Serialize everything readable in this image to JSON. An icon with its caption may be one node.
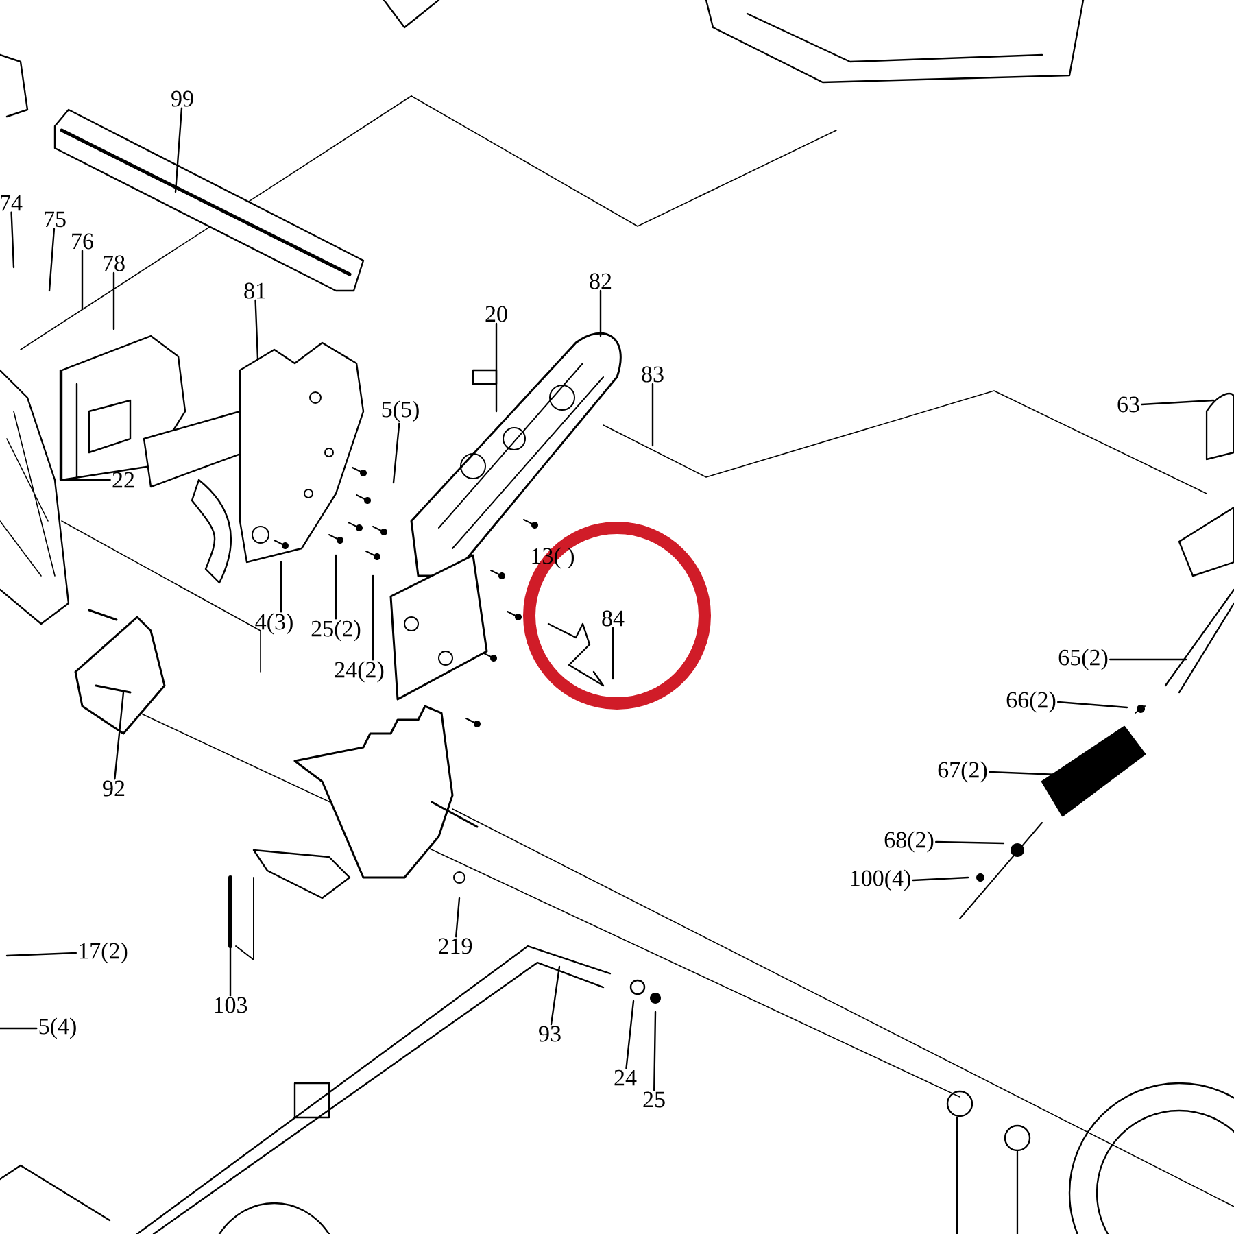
{
  "diagram": {
    "nodes": [
      {
        "text": [
          "99"
        ]
      },
      {
        "text": [
          "74"
        ]
      },
      {
        "text": [
          "75"
        ]
      },
      {
        "text": [
          "76"
        ]
      },
      {
        "text": [
          "78"
        ]
      },
      {
        "text": [
          "81"
        ]
      },
      {
        "text": [
          "22"
        ]
      },
      {
        "text": [
          "20"
        ]
      },
      {
        "text": [
          "82"
        ]
      },
      {
        "text": [
          "83"
        ]
      },
      {
        "text": [
          "5(5)"
        ]
      },
      {
        "text": [
          "4(3)"
        ]
      },
      {
        "text": [
          "25(2)"
        ]
      },
      {
        "text": [
          "24(2)"
        ]
      },
      {
        "text": [
          "84"
        ]
      },
      {
        "text": [
          "63"
        ]
      },
      {
        "text": [
          "65(2)"
        ]
      },
      {
        "text": [
          "66(2)"
        ]
      },
      {
        "text": [
          "67(2)"
        ]
      },
      {
        "text": [
          "68(2)"
        ]
      },
      {
        "text": [
          "100(4)"
        ]
      },
      {
        "text": [
          "92"
        ]
      },
      {
        "text": [
          "17(2)"
        ]
      },
      {
        "text": [
          "5(4)"
        ]
      },
      {
        "text": [
          "103"
        ]
      },
      {
        "text": [
          "219"
        ]
      },
      {
        "text": [
          "93"
        ]
      },
      {
        "text": [
          "24"
        ]
      },
      {
        "text": [
          "25"
        ]
      }
    ],
    "edges": [
      {
        "from": 0,
        "to": null,
        "arrow": "none"
      },
      {
        "from": 1,
        "to": null,
        "arrow": "none"
      },
      {
        "from": 2,
        "to": null,
        "arrow": "none"
      },
      {
        "from": 3,
        "to": null,
        "arrow": "none"
      },
      {
        "from": 4,
        "to": null,
        "arrow": "none"
      },
      {
        "from": 5,
        "to": null,
        "arrow": "none"
      },
      {
        "from": 6,
        "to": null,
        "arrow": "none"
      },
      {
        "from": 7,
        "to": null,
        "arrow": "none"
      },
      {
        "from": 8,
        "to": null,
        "arrow": "none"
      },
      {
        "from": 9,
        "to": null,
        "arrow": "none"
      },
      {
        "from": 10,
        "to": null,
        "arrow": "none"
      },
      {
        "from": 11,
        "to": null,
        "arrow": "none"
      },
      {
        "from": 12,
        "to": null,
        "arrow": "none"
      },
      {
        "from": 13,
        "to": null,
        "arrow": "none"
      },
      {
        "from": 14,
        "to": null,
        "arrow": "none"
      },
      {
        "from": 15,
        "to": null,
        "arrow": "none"
      },
      {
        "from": 16,
        "to": null,
        "arrow": "none"
      },
      {
        "from": 17,
        "to": null,
        "arrow": "none"
      },
      {
        "from": 18,
        "to": null,
        "arrow": "none"
      },
      {
        "from": 19,
        "to": null,
        "arrow": "none"
      },
      {
        "from": 20,
        "to": null,
        "arrow": "none"
      },
      {
        "from": 21,
        "to": null,
        "arrow": "none"
      },
      {
        "from": 22,
        "to": null,
        "arrow": "none"
      },
      {
        "from": 23,
        "to": null,
        "arrow": "none"
      },
      {
        "from": 24,
        "to": null,
        "arrow": "none"
      },
      {
        "from": 25,
        "to": null,
        "arrow": "none"
      },
      {
        "from": 26,
        "to": null,
        "arrow": "none"
      },
      {
        "from": 27,
        "to": null,
        "arrow": "none"
      },
      {
        "from": 28,
        "to": null,
        "arrow": "none"
      }
    ],
    "labels": [
      "13( )"
    ]
  }
}
